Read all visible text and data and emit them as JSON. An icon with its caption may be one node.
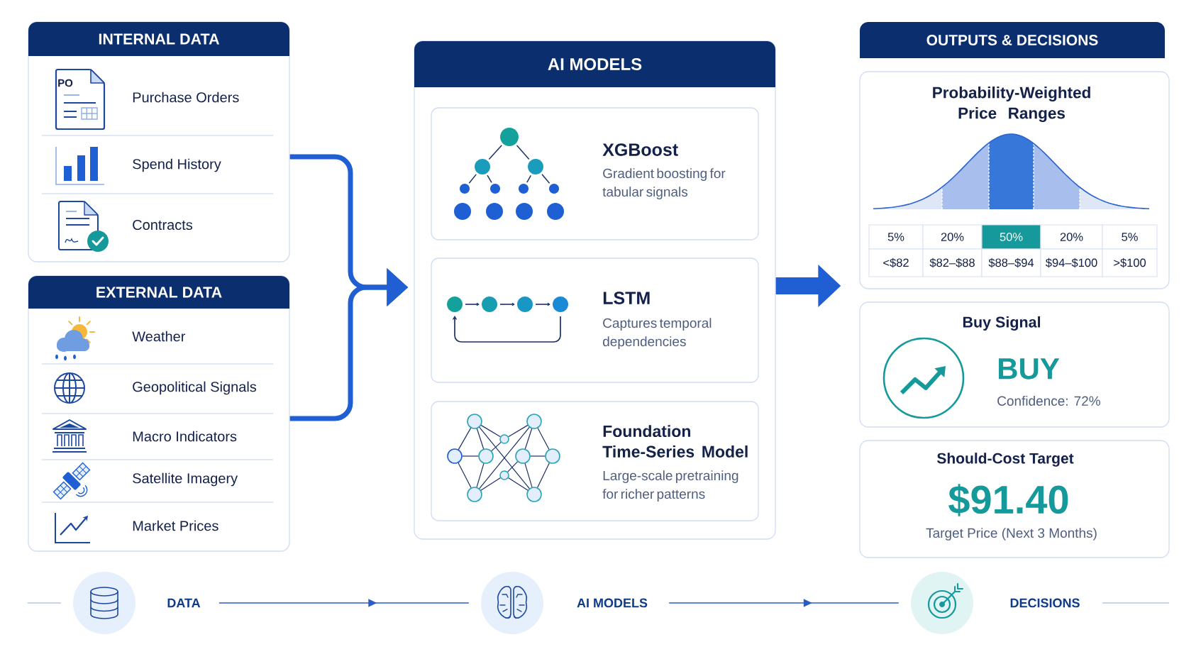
{
  "diagram": {
    "nodes": [
      {
        "text": [
          "INTERNAL DATA"
        ]
      },
      {
        "text": [
          "Purchase Orders"
        ],
        "in": 0
      },
      {
        "text": [
          "Spend History"
        ],
        "in": 0
      },
      {
        "text": [
          "Contracts"
        ],
        "in": 0
      },
      {
        "text": [
          "EXTERNAL DATA"
        ]
      },
      {
        "text": [
          "Weather"
        ],
        "in": 4
      },
      {
        "text": [
          "Geopolitical Signals"
        ],
        "in": 4
      },
      {
        "text": [
          "Macro Indicators"
        ],
        "in": 4
      },
      {
        "text": [
          "Satellite Imagery"
        ],
        "in": 4
      },
      {
        "text": [
          "Market Prices"
        ],
        "in": 4
      },
      {
        "text": [
          "AI MODELS"
        ]
      },
      {
        "text": [
          "XGBoost",
          "Gradient boosting for tabular signals"
        ],
        "in": 10
      },
      {
        "text": [
          "LSTM",
          "Captures temporal dependencies"
        ],
        "in": 10
      },
      {
        "text": [
          "Foundation Time-Series Model",
          "Large-scale pretraining for richer patterns"
        ],
        "in": 10
      },
      {
        "text": [
          "OUTPUTS & DECISIONS"
        ]
      },
      {
        "text": [
          "Probability-Weighted Price Ranges"
        ]
      },
      {
        "text": [
          "Buy Signal",
          "BUY",
          "Confidence: 72%"
        ]
      },
      {
        "text": [
          "Should-Cost Target",
          "$91.40",
          "Target Price (Next 3 Months)"
        ]
      },
      {
        "text": [],
        "shape": "circle"
      },
      {
        "text": [
          "DATA"
        ]
      },
      {
        "text": [],
        "shape": "circle"
      },
      {
        "text": [
          "AI MODELS"
        ]
      },
      {
        "text": [],
        "shape": "circle"
      },
      {
        "text": [
          "DECISIONS"
        ]
      }
    ],
    "edges": [
      {
        "from": 0,
        "to": 10,
        "arrow": "to"
      },
      {
        "from": 4,
        "to": 10,
        "arrow": "to"
      },
      {
        "from": 10,
        "to": 15,
        "arrow": "to",
        "style": "thick"
      },
      {
        "from": 19,
        "to": 20,
        "arrow": "to"
      },
      {
        "from": 21,
        "to": 22,
        "arrow": "to"
      }
    ],
    "labels": [
      "PO",
      "5%",
      "20%",
      "50%",
      "20%",
      "5%",
      "<$82",
      "$82–$88",
      "$88–$94",
      "$94–$100",
      ">$100"
    ]
  }
}
